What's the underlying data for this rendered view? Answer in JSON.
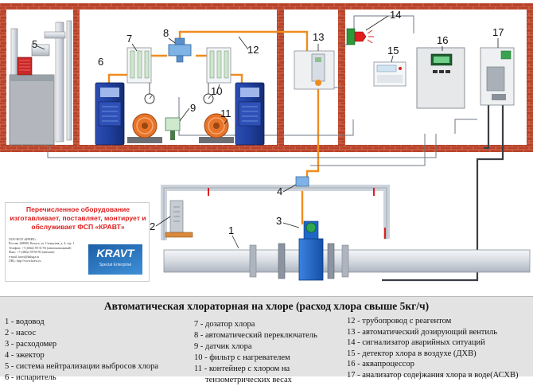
{
  "labels": [
    "1",
    "2",
    "3",
    "4",
    "5",
    "6",
    "7",
    "8",
    "9",
    "10",
    "11",
    "12",
    "13",
    "14",
    "15",
    "16",
    "17"
  ],
  "promo": {
    "text": "Перечисленное оборудование изготавливает, поставляет, монтирует и обслуживает ФСП «КРАВТ»",
    "company_lines": [
      "ООО ФСП «КРАВТ»",
      "Россия, 248000, Калуга, ул. Складская, д. 4, стр. 1",
      "Телефон: +7 (4842) 59-31-93 (многоканальный)",
      "Факс: +7 (4842) 59-93-93 (автомат)",
      "e-mail: kravt@kaluga.ru",
      "URL: http://www.kravt.ru"
    ],
    "logo_word": "KRAVT",
    "logo_sub": "Special Enterprise"
  },
  "legend": {
    "title": "Автоматическая хлораторная на хлоре (расход хлора свыше 5кг/ч)",
    "col1": [
      "1 - водовод",
      "2 - насос",
      "3 - расходомер",
      "4 - эжектор",
      "5 - система нейтрализации выбросов хлора",
      "6 - испаритель"
    ],
    "col2": [
      "7 - дозатор хлора",
      "8 - автоматический переключатель",
      "9 - датчик хлора",
      "10 - фильтр с нагревателем",
      "11 - контейнер с хлором на",
      "тензометрических весах"
    ],
    "col3": [
      "12 - трубопровод с реагентом",
      "13 - автоматический дозирующий вентиль",
      "14 - сигнализатор аварийных ситуаций",
      "15 - детектор хлора в воздухе (ДХВ)",
      "16 - аквапроцессор",
      "17 - анализатор содеjжания хлора в воде(АСХВ)"
    ]
  },
  "colors": {
    "brick": "#b8432a",
    "pipe_reagent": "#f08c1e",
    "water_pipe": "#d9dee6",
    "alert_red": "#e01e1e",
    "flowmeter_blue": "#1f66c8",
    "evaporator_blue": "#1f3f9e"
  }
}
